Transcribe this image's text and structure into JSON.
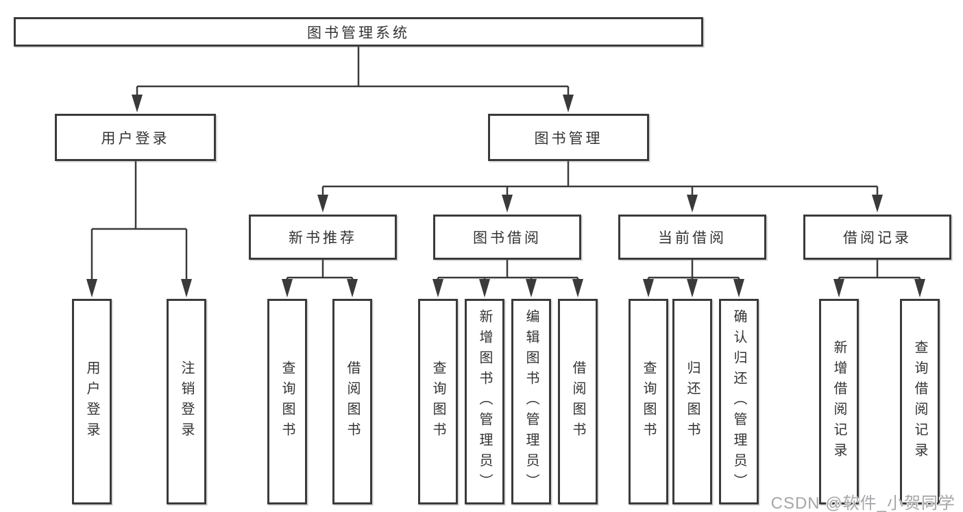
{
  "diagram": {
    "root": {
      "label": "图书管理系统"
    },
    "level2": {
      "login": {
        "label": "用户登录"
      },
      "manage": {
        "label": "图书管理"
      }
    },
    "level3": {
      "recommend": {
        "label": "新书推荐"
      },
      "borrow": {
        "label": "图书借阅"
      },
      "current": {
        "label": "当前借阅"
      },
      "records": {
        "label": "借阅记录"
      }
    },
    "leaves": {
      "login": [
        "用户登录",
        "注销登录"
      ],
      "recommend": [
        "查询图书",
        "借阅图书"
      ],
      "borrow": [
        "查询图书",
        "新增图书（管理员）",
        "编辑图书（管理员）",
        "借阅图书"
      ],
      "current": [
        "查询图书",
        "归还图书",
        "确认归还（管理员）"
      ],
      "records": [
        "新增借阅记录",
        "查询借阅记录"
      ]
    }
  },
  "watermark": {
    "text": "CSDN @软件_小贺同学"
  },
  "colors": {
    "line": "#3a3a3a",
    "box_border": "#3a3a3a",
    "text": "#333333",
    "background": "#ffffff",
    "watermark": "#a6a6aa"
  }
}
